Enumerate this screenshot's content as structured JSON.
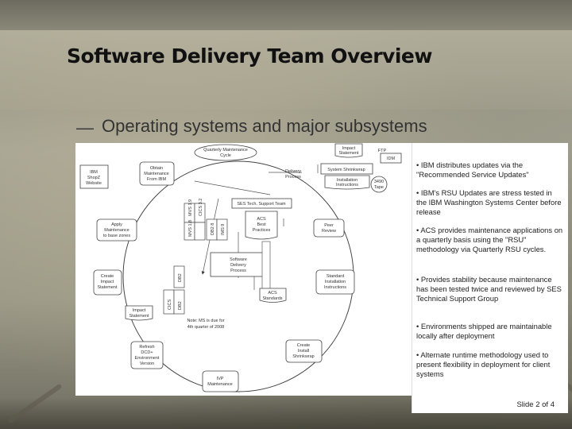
{
  "slide": {
    "title": "Software Delivery Team Overview",
    "subtitle": "Operating systems and major subsystems",
    "slide_number": "Slide 2 of 4"
  },
  "bullets": [
    "• IBM distributes updates via the \"Recommended Service Updates\"",
    "• IBM's RSU Updates are stress tested in the IBM Washington Systems Center before release",
    "• ACS provides maintenance applications on a quarterly basis using the \"RSU\" methodology via Quarterly RSU cycles.",
    "• Provides stability because maintenance has been tested twice and reviewed by SES Technical Support Group",
    "• Environments shipped are maintainable locally after deployment",
    "• Alternate runtime methodology used to present flexibility in deployment for client systems"
  ],
  "diagram": {
    "cycle_title": [
      "Quarterly Maintenance",
      "Cycle"
    ],
    "ibm_shopz": [
      "IBM",
      "ShopZ",
      "Website"
    ],
    "obtain": [
      "Obtain",
      "Maintenance",
      "From IBM"
    ],
    "impact_statement_top": [
      "Impact",
      "Statement"
    ],
    "ftp": "FTP",
    "idm": "IDM",
    "delivery_process": [
      "Delivery",
      "Process"
    ],
    "system_shrinkwrap": "System Shrinkwrap",
    "installation_instructions": [
      "Installation",
      "Instructions"
    ],
    "tape": [
      "3490",
      "Tape"
    ],
    "ses_tech_support": "SES Tech. Support Team",
    "acs_best_practices": [
      "ACS",
      "Best",
      "Practices"
    ],
    "peer_review": [
      "Peer",
      "Review"
    ],
    "apply": [
      "Apply",
      "Maintenance",
      "to base zones"
    ],
    "create_impact": [
      "Create",
      "Impact",
      "Statement"
    ],
    "sdp_center": [
      "Software",
      "Delivery",
      "Process"
    ],
    "standard_install": [
      "Standard",
      "Installation",
      "Instructions"
    ],
    "acs_standards": [
      "ACS",
      "Standards"
    ],
    "impact_statement": [
      "Impact",
      "Statement"
    ],
    "note": [
      "Note: MS is due for",
      "4th quarter of 2008"
    ],
    "refresh": [
      "Refresh",
      "DCD+",
      "Environment",
      "Version"
    ],
    "create_install": [
      "Create",
      "Install",
      "Shrinkwrap"
    ],
    "ivp": [
      "IVP",
      "Maintenance"
    ],
    "vertical_labels": [
      "MVS 1.9",
      "CICS 3.2",
      "MVS 1.8",
      "DB2 8",
      "IMS 9",
      "CICS",
      "DB2"
    ]
  }
}
